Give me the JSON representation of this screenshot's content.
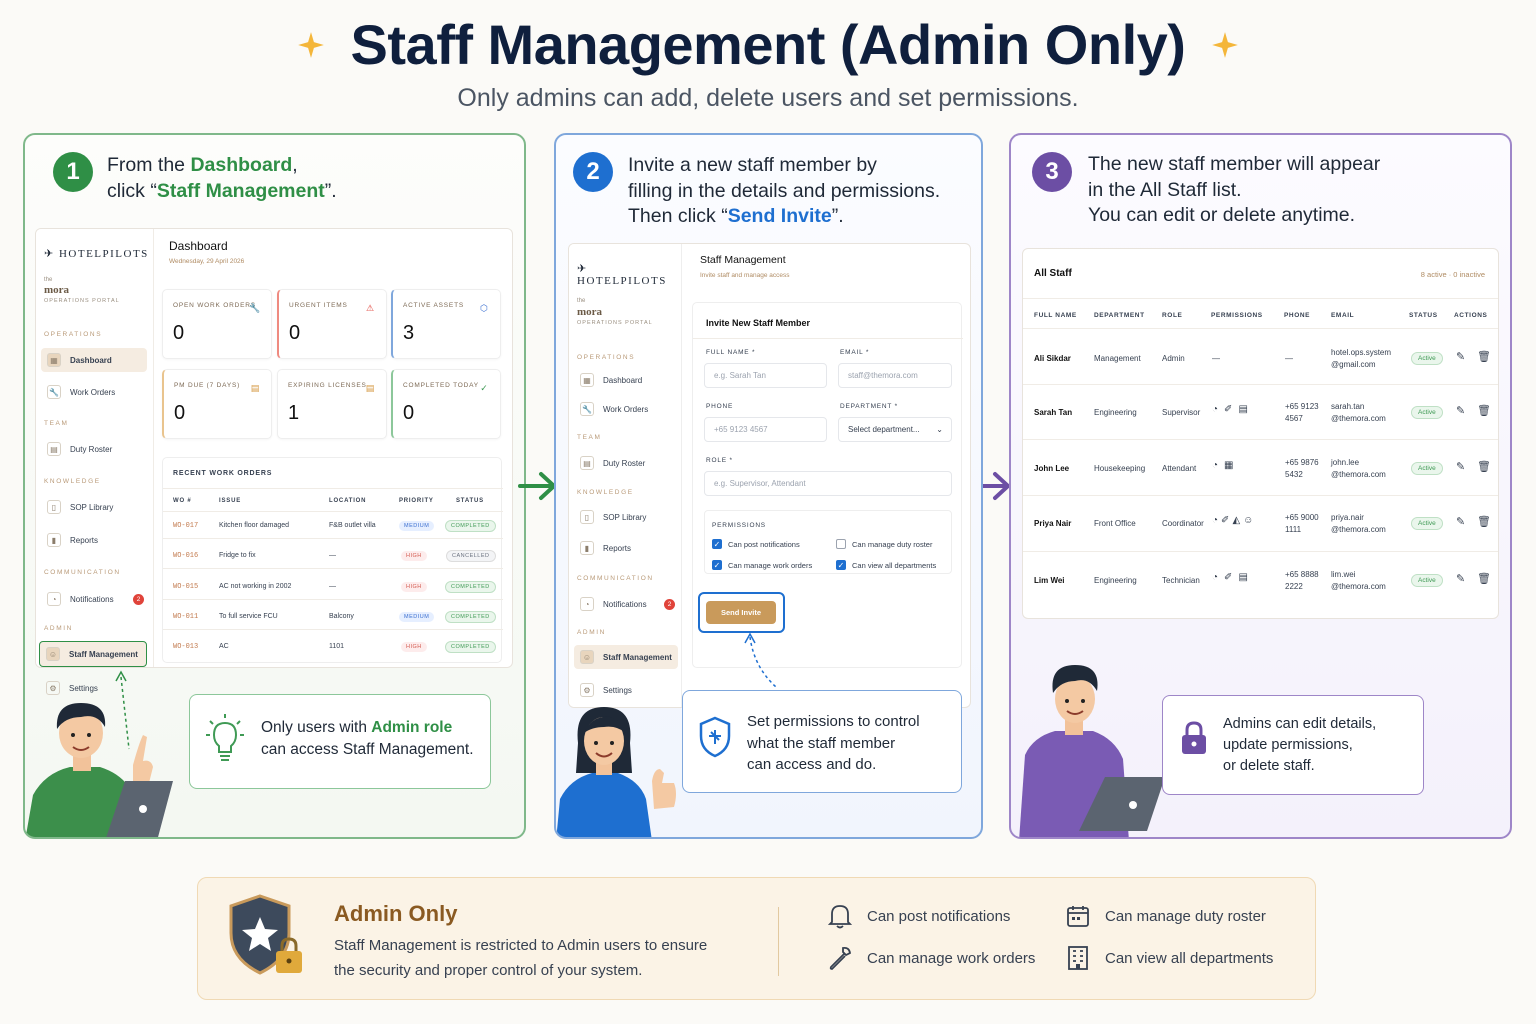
{
  "header": {
    "title": "Staff Management (Admin Only)",
    "subtitle": "Only admins can add, delete users and set permissions."
  },
  "colors": {
    "navy": "#0f1f3d",
    "green": "#2f8f46",
    "blue": "#1e6fd0",
    "purple": "#6c4ea4",
    "gold": "#c99a5b"
  },
  "steps": [
    {
      "number": "1",
      "line1_pre": "From the ",
      "line1_hl": "Dashboard",
      "line1_post": ",",
      "line2_pre": "click “",
      "line2_hl": "Staff Management",
      "line2_post": "”."
    },
    {
      "number": "2",
      "line1": "Invite a new staff member by",
      "line2": "filling in the details and permissions.",
      "line3_pre": "Then click “",
      "line3_hl": "Send Invite",
      "line3_post": "”."
    },
    {
      "number": "3",
      "line1": "The new staff member will appear",
      "line2": "in the All Staff list.",
      "line3": "You can edit or delete anytime."
    }
  ],
  "sidebar": {
    "brand": "HOTELPILOTS",
    "the": "the",
    "mora": "mora",
    "portal": "OPERATIONS PORTAL",
    "sections": {
      "operations": "OPERATIONS",
      "team": "TEAM",
      "knowledge": "KNOWLEDGE",
      "communication": "COMMUNICATION",
      "admin": "ADMIN"
    },
    "items": {
      "dashboard": "Dashboard",
      "work_orders": "Work Orders",
      "duty_roster": "Duty Roster",
      "sop_library": "SOP Library",
      "reports": "Reports",
      "notifications": "Notifications",
      "staff_management": "Staff Management",
      "settings": "Settings"
    },
    "notif_count": "2"
  },
  "dashboard": {
    "title": "Dashboard",
    "date": "Wednesday, 29 April 2026",
    "cards": [
      {
        "label": "OPEN WORK ORDERS",
        "value": "0"
      },
      {
        "label": "URGENT ITEMS",
        "value": "0"
      },
      {
        "label": "ACTIVE ASSETS",
        "value": "3"
      },
      {
        "label": "PM DUE (7 DAYS)",
        "value": "0"
      },
      {
        "label": "EXPIRING LICENSES",
        "value": "1"
      },
      {
        "label": "COMPLETED TODAY",
        "value": "0"
      }
    ],
    "recent_title": "RECENT WORK ORDERS",
    "columns": [
      "WO #",
      "ISSUE",
      "LOCATION",
      "PRIORITY",
      "STATUS"
    ],
    "rows": [
      {
        "wo": "WO-017",
        "issue": "Kitchen floor damaged",
        "location": "F&B outlet villa",
        "priority": "MEDIUM",
        "status": "COMPLETED"
      },
      {
        "wo": "WO-016",
        "issue": "Fridge to fix",
        "location": "—",
        "priority": "HIGH",
        "status": "CANCELLED"
      },
      {
        "wo": "WO-015",
        "issue": "AC not working in 2002",
        "location": "—",
        "priority": "HIGH",
        "status": "COMPLETED"
      },
      {
        "wo": "WO-011",
        "issue": "To full service FCU",
        "location": "Balcony",
        "priority": "MEDIUM",
        "status": "COMPLETED"
      },
      {
        "wo": "WO-013",
        "issue": "AC",
        "location": "1101",
        "priority": "HIGH",
        "status": "COMPLETED"
      }
    ]
  },
  "callout1": {
    "pre": "Only users with ",
    "hl": "Admin role",
    "line2": "can access Staff Management."
  },
  "invite": {
    "page_title": "Staff Management",
    "page_sub": "Invite staff and manage access",
    "form_title": "Invite New Staff Member",
    "full_name_label": "FULL NAME *",
    "full_name_ph": "e.g. Sarah Tan",
    "email_label": "EMAIL *",
    "email_ph": "staff@themora.com",
    "phone_label": "PHONE",
    "phone_ph": "+65 9123 4567",
    "dept_label": "DEPARTMENT *",
    "dept_ph": "Select department...",
    "role_label": "ROLE *",
    "role_ph": "e.g. Supervisor, Attendant",
    "perm_label": "PERMISSIONS",
    "perms": [
      "Can post notifications",
      "Can manage duty roster",
      "Can manage work orders",
      "Can view all departments"
    ],
    "send": "Send Invite"
  },
  "callout2": {
    "line1": "Set permissions to control",
    "line2": "what the staff member",
    "line3": "can access and do."
  },
  "staff": {
    "title": "All Staff",
    "summary": "8 active · 0 inactive",
    "columns": [
      "FULL NAME",
      "DEPARTMENT",
      "ROLE",
      "PERMISSIONS",
      "PHONE",
      "EMAIL",
      "STATUS",
      "ACTIONS"
    ],
    "rows": [
      {
        "name": "Ali Sikdar",
        "dept": "Management",
        "role": "Admin",
        "perms": "—",
        "phone1": "—",
        "phone2": "",
        "email1": "hotel.ops.system",
        "email2": "@gmail.com",
        "status": "Active"
      },
      {
        "name": "Sarah Tan",
        "dept": "Engineering",
        "role": "Supervisor",
        "perms": "",
        "phone1": "+65 9123",
        "phone2": "4567",
        "email1": "sarah.tan",
        "email2": "@themora.com",
        "status": "Active"
      },
      {
        "name": "John Lee",
        "dept": "Housekeeping",
        "role": "Attendant",
        "perms": "",
        "phone1": "+65 9876",
        "phone2": "5432",
        "email1": "john.lee",
        "email2": "@themora.com",
        "status": "Active"
      },
      {
        "name": "Priya Nair",
        "dept": "Front Office",
        "role": "Coordinator",
        "perms": "",
        "phone1": "+65 9000",
        "phone2": "1111",
        "email1": "priya.nair",
        "email2": "@themora.com",
        "status": "Active"
      },
      {
        "name": "Lim Wei",
        "dept": "Engineering",
        "role": "Technician",
        "perms": "",
        "phone1": "+65 8888",
        "phone2": "2222",
        "email1": "lim.wei",
        "email2": "@themora.com",
        "status": "Active"
      }
    ]
  },
  "callout3": {
    "line1": "Admins can edit details,",
    "line2": "update permissions,",
    "line3": "or delete staff."
  },
  "bottom": {
    "title": "Admin Only",
    "line1": "Staff Management is restricted to Admin users to ensure",
    "line2": "the security and proper control of your system.",
    "perms": [
      "Can post notifications",
      "Can manage duty roster",
      "Can manage work orders",
      "Can view all departments"
    ]
  }
}
